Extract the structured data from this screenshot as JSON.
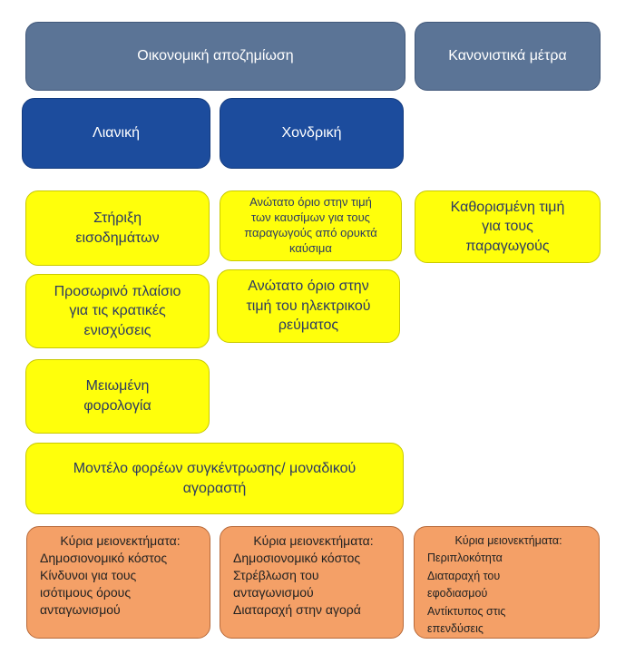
{
  "header": {
    "economic_compensation": "Οικονομική αποζημίωση",
    "regulatory_measures": "Κανονιστικά μέτρα"
  },
  "sub": {
    "retail": "Λιανική",
    "wholesale": "Χονδρική"
  },
  "retail_items": [
    "Στήριξη\nεισοδημάτων",
    "Προσωρινό πλαίσιο\nγια τις κρατικές\nενισχύσεις",
    "Μειωμένη\nφορολογία"
  ],
  "wholesale_items": [
    "Ανώτατο όριο στην τιμή\nτων καυσίμων για τους\nπαραγωγούς από ορυκτά\nκαύσιμα",
    "Ανώτατο όριο στην\nτιμή του ηλεκτρικού\nρεύματος"
  ],
  "regulatory_items": [
    "Καθορισμένη τιμή\nγια τους\nπαραγωγούς"
  ],
  "wide_item": "Μοντέλο φορέων συγκέντρωσης/ μοναδικού\nαγοραστή",
  "drawbacks": [
    {
      "title": "Κύρια μειονεκτήματα:",
      "lines": [
        "Δημοσιονομικό κόστος",
        "Κίνδυνοι για τους",
        "ισότιμους όρους",
        "ανταγωνισμού"
      ]
    },
    {
      "title": "Κύρια μειονεκτήματα:",
      "lines": [
        "Δημοσιονομικό κόστος",
        "Στρέβλωση του",
        "ανταγωνισμού",
        "Διαταραχή στην αγορά"
      ]
    },
    {
      "title": "Κύρια μειονεκτήματα:",
      "lines": [
        "Περιπλοκότητα",
        "Διαταραχή του",
        "εφοδιασμού",
        "Αντίκτυπος στις",
        "επενδύσεις"
      ]
    }
  ]
}
